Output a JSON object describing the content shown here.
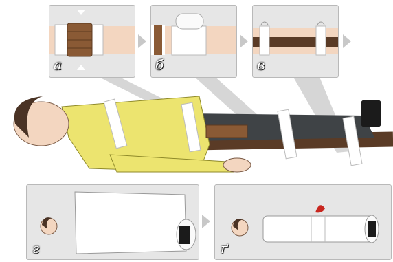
{
  "panels": [
    {
      "id": "a",
      "label": "а"
    },
    {
      "id": "b",
      "label": "б"
    },
    {
      "id": "v",
      "label": "в"
    },
    {
      "id": "g",
      "label": "г"
    },
    {
      "id": "gg",
      "label": "ґ"
    }
  ],
  "colors": {
    "panel_bg": "#e6e6e6",
    "skin": "#f3d6c0",
    "shirt": "#ece46f",
    "trousers": "#3f4346",
    "board": "#5a3b26",
    "bandage": "#ffffff",
    "strap_knot": "#c8261f"
  }
}
